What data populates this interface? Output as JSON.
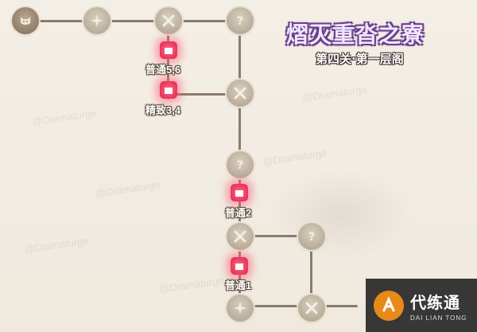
{
  "header": {
    "title": "熠灭重沓之寮",
    "subtitle": "第四关·第一层阁"
  },
  "nodes": {
    "label_normal_56": "普通5,6",
    "label_elite_34": "精致3,4",
    "label_normal_2": "普通2",
    "label_normal_1": "普通1"
  },
  "watermark": "@Dramaturge",
  "logo": {
    "main": "代练通",
    "sub": "DAI LIAN TONG"
  },
  "colors": {
    "accent": "#e8375c",
    "title_outline": "#6a3f8a",
    "path": "#8b7c6a"
  }
}
